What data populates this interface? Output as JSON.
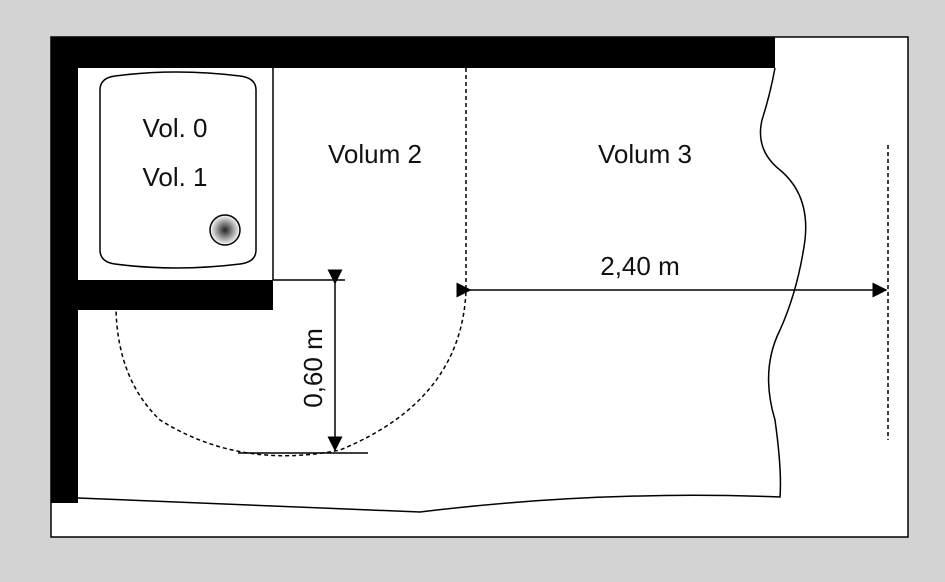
{
  "labels": {
    "vol0": "Vol. 0",
    "vol1": "Vol. 1",
    "volum2": "Volum 2",
    "volum3": "Volum 3",
    "dim_horizontal": "2,40 m",
    "dim_vertical": "0,60 m"
  },
  "colors": {
    "background": "#d3d3d3",
    "wall": "#000000",
    "paper": "#ffffff"
  }
}
